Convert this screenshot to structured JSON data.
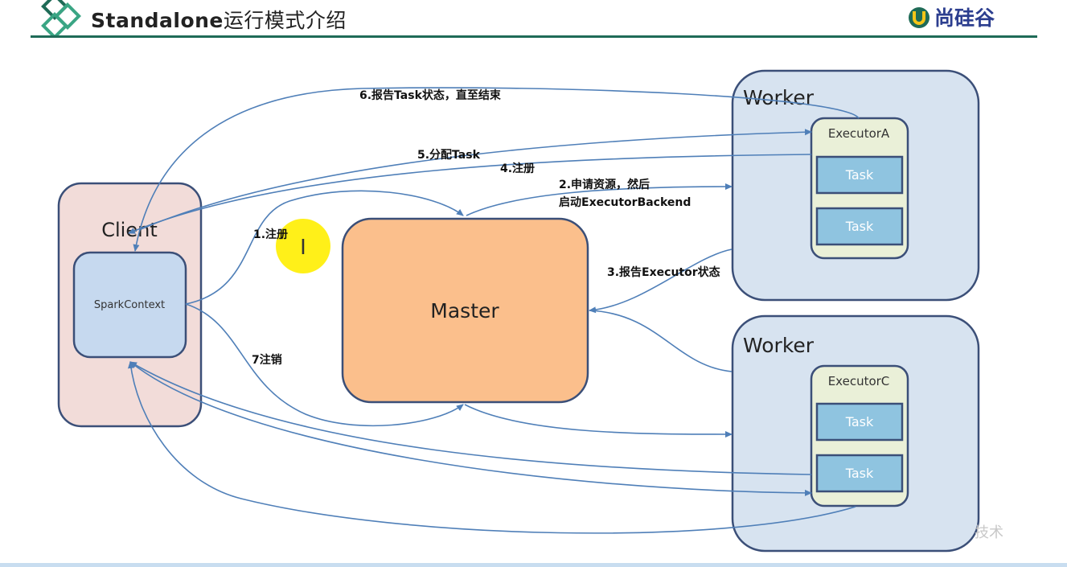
{
  "header": {
    "title_en": "Standalone",
    "title_zh": "运行模式介绍",
    "brand_text": "尚硅谷"
  },
  "nodes": {
    "client": "Client",
    "spark_context": "SparkContext",
    "master": "Master",
    "worker_top": "Worker",
    "worker_bottom": "Worker",
    "executor_a": "ExecutorA",
    "executor_c": "ExecutorC",
    "task": "Task"
  },
  "steps": {
    "s1": "1.注册",
    "s2_line1": "2.申请资源，然后",
    "s2_line2": "启动ExecutorBackend",
    "s3": "3.报告Executor状态",
    "s4": "4.注册",
    "s5": "5.分配Task",
    "s6": "6.报告Task状态，直至结束",
    "s7": "7注销"
  },
  "watermark": "技术",
  "colors": {
    "client_fill": "#f2dcd9",
    "box_stroke": "#3b4f78",
    "spark_fill": "#c6d9ef",
    "master_fill": "#fbbf8c",
    "worker_fill": "#d7e3f0",
    "executor_fill": "#eaf0d8",
    "task_fill": "#8fc4e0",
    "arrow": "#4f7fb8",
    "highlight": "#ffee00"
  }
}
